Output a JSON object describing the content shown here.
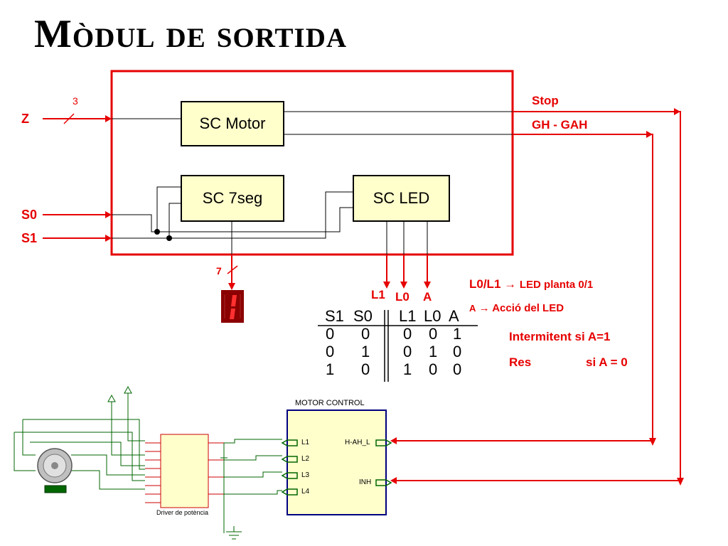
{
  "title": "Mòdul de sortida",
  "blocks": {
    "motor": "SC Motor",
    "seg7": "SC 7seg",
    "led": "SC LED"
  },
  "inputs": {
    "z": "Z",
    "z_bus_width": "3",
    "s0": "S0",
    "s1": "S1",
    "seg_bus_width": "7"
  },
  "outputs": {
    "stop": "Stop",
    "gh": "GH - GAH",
    "l1": "L1",
    "l0": "L0",
    "a": "A"
  },
  "notes": {
    "line1_a": "L0/L1",
    "line1_arrow": "→",
    "line1_b": "LED planta 0/1",
    "line2_a": "A",
    "line2_arrow": "→",
    "line2_b": "Acció del LED",
    "line3": "Intermitent si A=1",
    "line4_a": "Res",
    "line4_b": "si A = 0"
  },
  "truth_table": {
    "headers_in": [
      "S1",
      "S0"
    ],
    "headers_out": [
      "L1",
      "L0",
      "A"
    ],
    "rows": [
      {
        "in": [
          "0",
          "0"
        ],
        "out": [
          "0",
          "0",
          "1"
        ]
      },
      {
        "in": [
          "0",
          "1"
        ],
        "out": [
          "0",
          "1",
          "0"
        ]
      },
      {
        "in": [
          "1",
          "0"
        ],
        "out": [
          "1",
          "0",
          "0"
        ]
      }
    ]
  },
  "schematic": {
    "motor_control_title": "MOTOR CONTROL",
    "pins_left": [
      "L1",
      "L2",
      "L3",
      "L4"
    ],
    "pin_hah": "H-AH_L",
    "pin_inh": "INH",
    "driver_label": "Driver de potència"
  },
  "colors": {
    "red_frame": "#e60000",
    "block_fill": "#ffffcc",
    "schematic_box": "#000080",
    "schematic_fill": "#ffffcc",
    "seg_display": "#8b0000"
  }
}
